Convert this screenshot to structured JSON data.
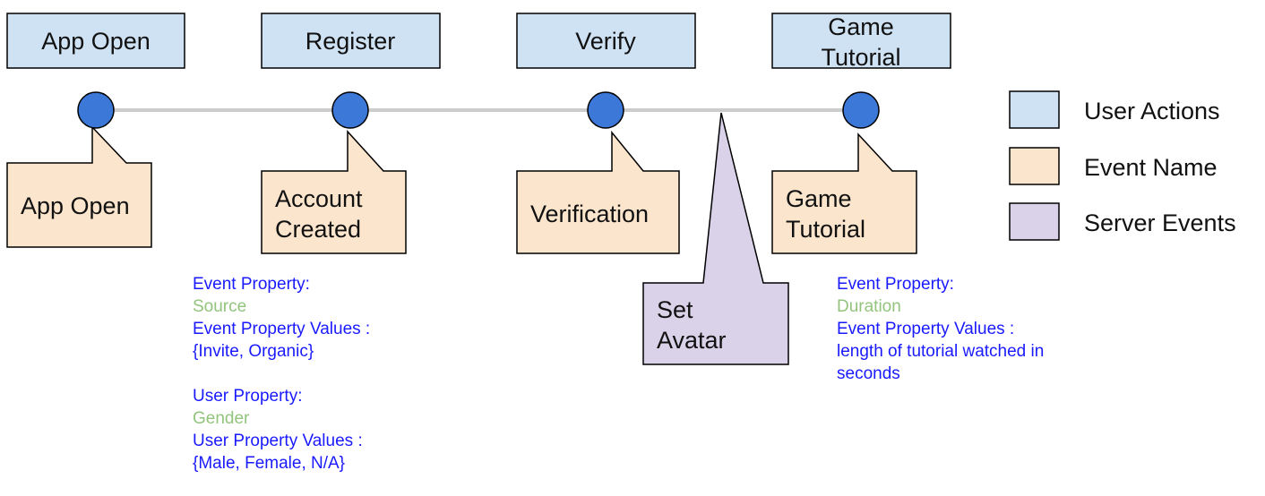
{
  "user_actions": [
    "App Open",
    "Register",
    "Verify",
    [
      "Game",
      "Tutorial"
    ]
  ],
  "event_names": [
    [
      "App Open"
    ],
    [
      "Account",
      "Created"
    ],
    [
      "Verification"
    ],
    [
      "Game",
      "Tutorial"
    ]
  ],
  "server_event": [
    "Set",
    "Avatar"
  ],
  "legend": {
    "user_actions": "User Actions",
    "event_name": "Event Name",
    "server_events": "Server Events"
  },
  "register_props": {
    "event_property_label": "Event Property:",
    "event_property": "Source",
    "event_values_label": "Event Property Values :",
    "event_values": "{Invite, Organic}",
    "user_property_label": "User Property:",
    "user_property": "Gender",
    "user_values_label": "User Property Values :",
    "user_values": "{Male, Female, N/A}"
  },
  "tutorial_props": {
    "event_property_label": "Event Property:",
    "event_property": "Duration",
    "event_values_label": "Event Property Values :",
    "event_values_line1": "length of tutorial watched in",
    "event_values_line2": "seconds"
  },
  "colors": {
    "user_action": "#cfe2f3",
    "event_name": "#fce5cd",
    "server_event": "#d9d2e9",
    "node": "#3c78d8",
    "timeline": "#cccccc",
    "property_label": "#1a1aff",
    "property_value": "#93c47d"
  }
}
